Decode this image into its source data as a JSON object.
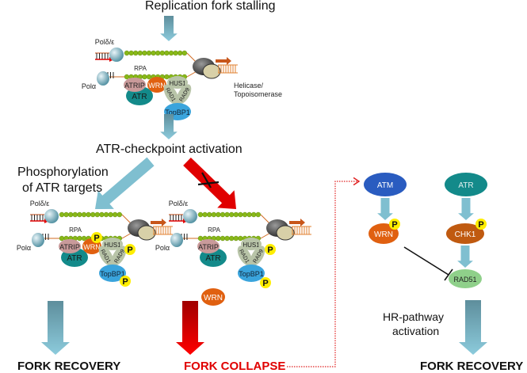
{
  "title": "Replication fork stalling",
  "step2": "ATR-checkpoint activation",
  "left_branch_label": [
    "Phosphorylation",
    "of ATR targets"
  ],
  "outcomes": {
    "left": "FORK RECOVERY",
    "middle": "FORK COLLAPSE",
    "right": "FORK RECOVERY"
  },
  "hr_label": [
    "HR-pathway",
    "activation"
  ],
  "fork_labels": {
    "pol_delta_eps": "Polδ/ε",
    "pol_alpha": "Polα",
    "rpa": "RPA",
    "helicase": [
      "Helicase/",
      "Topoisomerase"
    ]
  },
  "proteins": {
    "atrip": "ATRIP",
    "atr": "ATR",
    "wrn": "WRN",
    "hus1": "HUS1",
    "rad1": "RAD1",
    "rad9": "RAD9",
    "topbp1": "TopBP1",
    "atm": "ATM",
    "chk1": "CHK1",
    "rad51": "RAD51",
    "phospho": "P"
  },
  "colors": {
    "flow_arrow": "#7fbfd0",
    "blocked_arrow": "#e00000",
    "collapse_text": "#e00000",
    "dotted_link": "#e02020",
    "atr": "#138a8a",
    "atrip": "#c99a9a",
    "wrn": "#e06010",
    "nine_one_one": "#b8c4a8",
    "topbp1": "#3aa4dc",
    "atm": "#2a5cc0",
    "chk1": "#c05a10",
    "rad51": "#8fd08a",
    "phospho": "#ffee00",
    "rpa": "#88b818"
  }
}
